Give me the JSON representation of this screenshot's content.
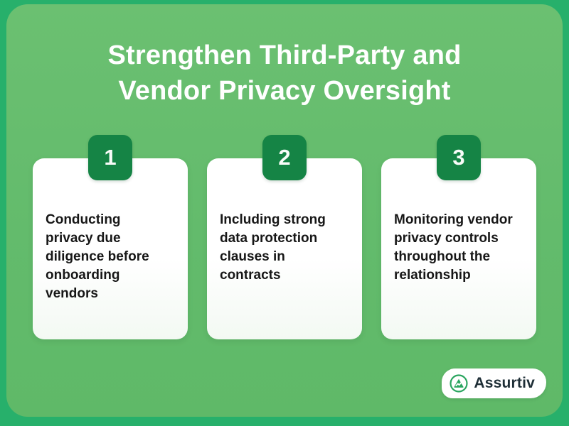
{
  "title": {
    "line1": "Strengthen Third-Party and",
    "line2": "Vendor Privacy Oversight"
  },
  "steps": [
    {
      "number": "1",
      "text": "Conducting privacy due diligence before onboarding vendors"
    },
    {
      "number": "2",
      "text": "Including strong data protection clauses in contracts"
    },
    {
      "number": "3",
      "text": "Monitoring vendor privacy controls throughout the relationship"
    }
  ],
  "brand": {
    "name": "Assurtiv",
    "icon": "mountain-check-circle-icon"
  },
  "colors": {
    "frame_green": "#27b06b",
    "background_green": "#63bb6c",
    "badge_green": "#158445",
    "card_white": "#ffffff",
    "title_text": "#ffffff",
    "card_text": "#171717",
    "logo_green": "#2aa55f",
    "logo_text": "#1e2e36"
  }
}
